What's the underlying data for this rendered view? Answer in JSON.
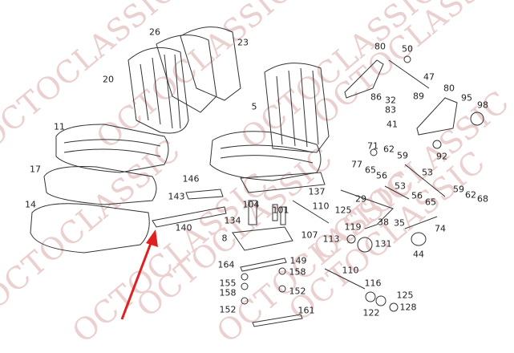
{
  "watermark": "OCTOCLASSIC",
  "arrow_color": "#e02020",
  "labels": [
    "26",
    "23",
    "20",
    "5",
    "11",
    "17",
    "14",
    "146",
    "143",
    "140",
    "104",
    "134",
    "101",
    "137",
    "110",
    "125",
    "8",
    "107",
    "113",
    "119",
    "131",
    "164",
    "149",
    "158",
    "155",
    "158",
    "152",
    "152",
    "161",
    "110",
    "116",
    "122",
    "125",
    "128",
    "80",
    "50",
    "47",
    "86",
    "32",
    "83",
    "89",
    "80",
    "95",
    "98",
    "41",
    "92",
    "71",
    "62",
    "59",
    "77",
    "65",
    "56",
    "53",
    "53",
    "29",
    "56",
    "65",
    "38",
    "35",
    "59",
    "62",
    "68",
    "74",
    "44"
  ]
}
